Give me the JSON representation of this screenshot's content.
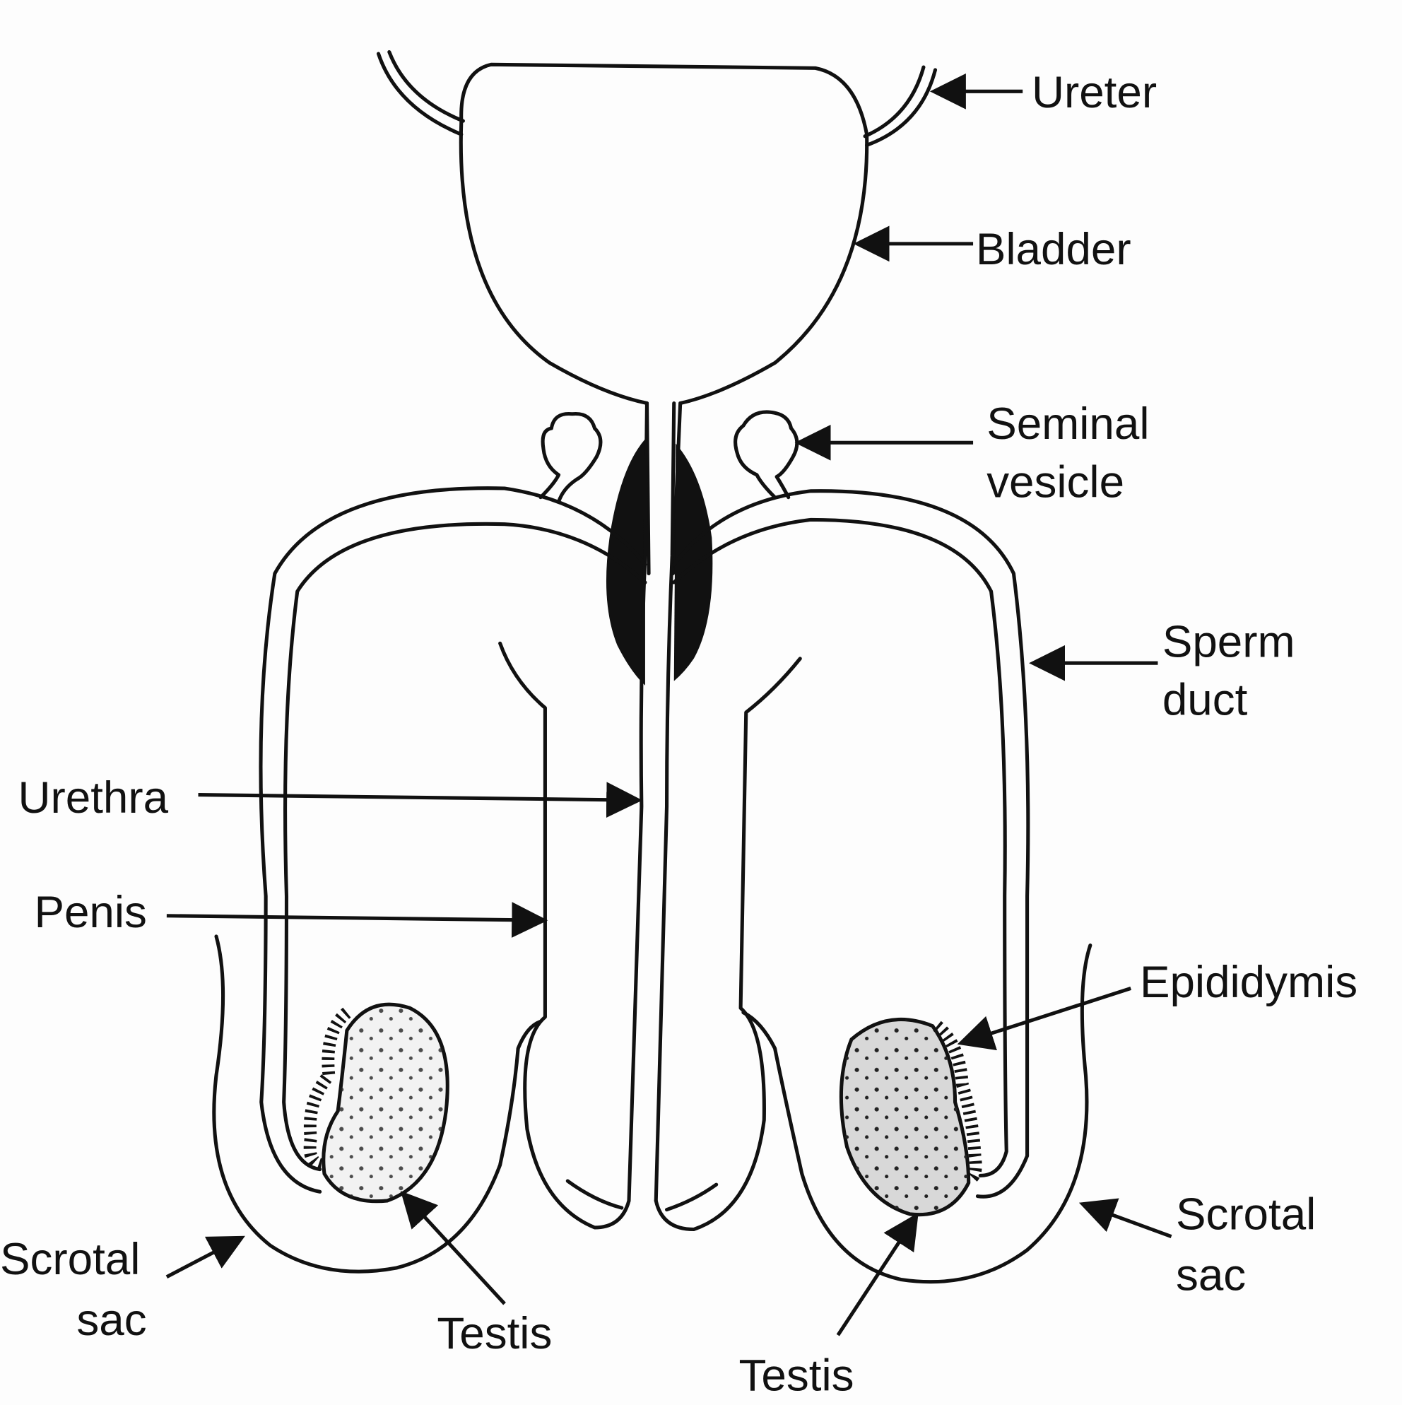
{
  "labels": {
    "ureter": "Ureter",
    "bladder": "Bladder",
    "seminal_vesicle_1": "Seminal",
    "seminal_vesicle_2": "vesicle",
    "sperm_duct_1": "Sperm",
    "sperm_duct_2": "duct",
    "urethra": "Urethra",
    "penis": "Penis",
    "epididymis": "Epididymis",
    "scrotal_sac_left_1": "Scrotal",
    "scrotal_sac_left_2": "sac",
    "scrotal_sac_right_1": "Scrotal",
    "scrotal_sac_right_2": "sac",
    "testis_left": "Testis",
    "testis_right": "Testis"
  },
  "colors": {
    "ink": "#111111",
    "paper": "#fdfdfd"
  }
}
